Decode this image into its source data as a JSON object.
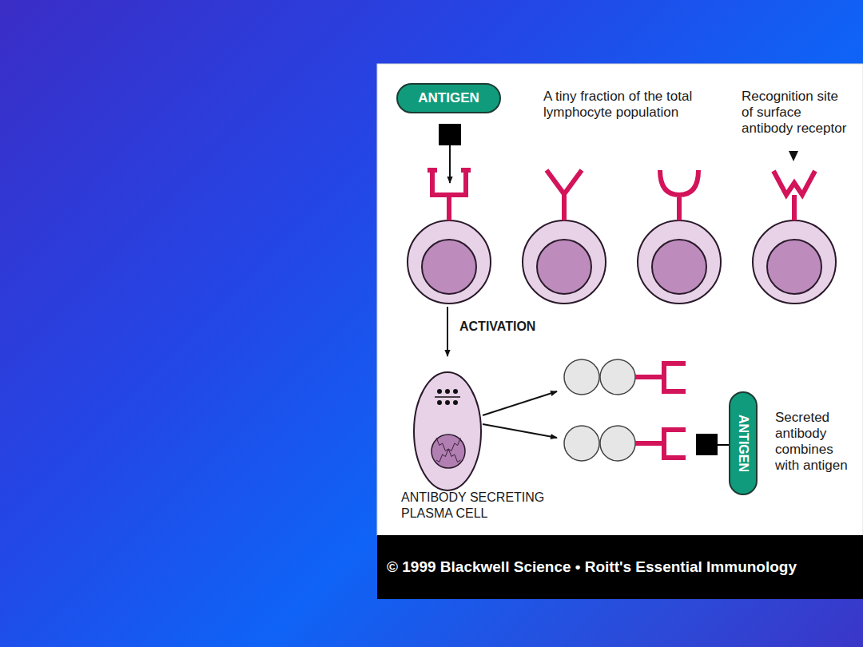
{
  "diagram": {
    "caption": "© 1999 Blackwell Science • Roitt's Essential Immunology",
    "nodes": [
      {
        "text": [
          "ANTIGEN"
        ]
      },
      {
        "text": [
          "ANTIBODY SECRETING PLASMA CELL"
        ]
      },
      {
        "text": [
          "ANTIGEN"
        ]
      }
    ],
    "labels": [
      "A tiny fraction of the total lymphocyte population",
      "Recognition site of surface antibody receptor",
      "ACTIVATION",
      "Secreted antibody combines with antigen"
    ]
  }
}
